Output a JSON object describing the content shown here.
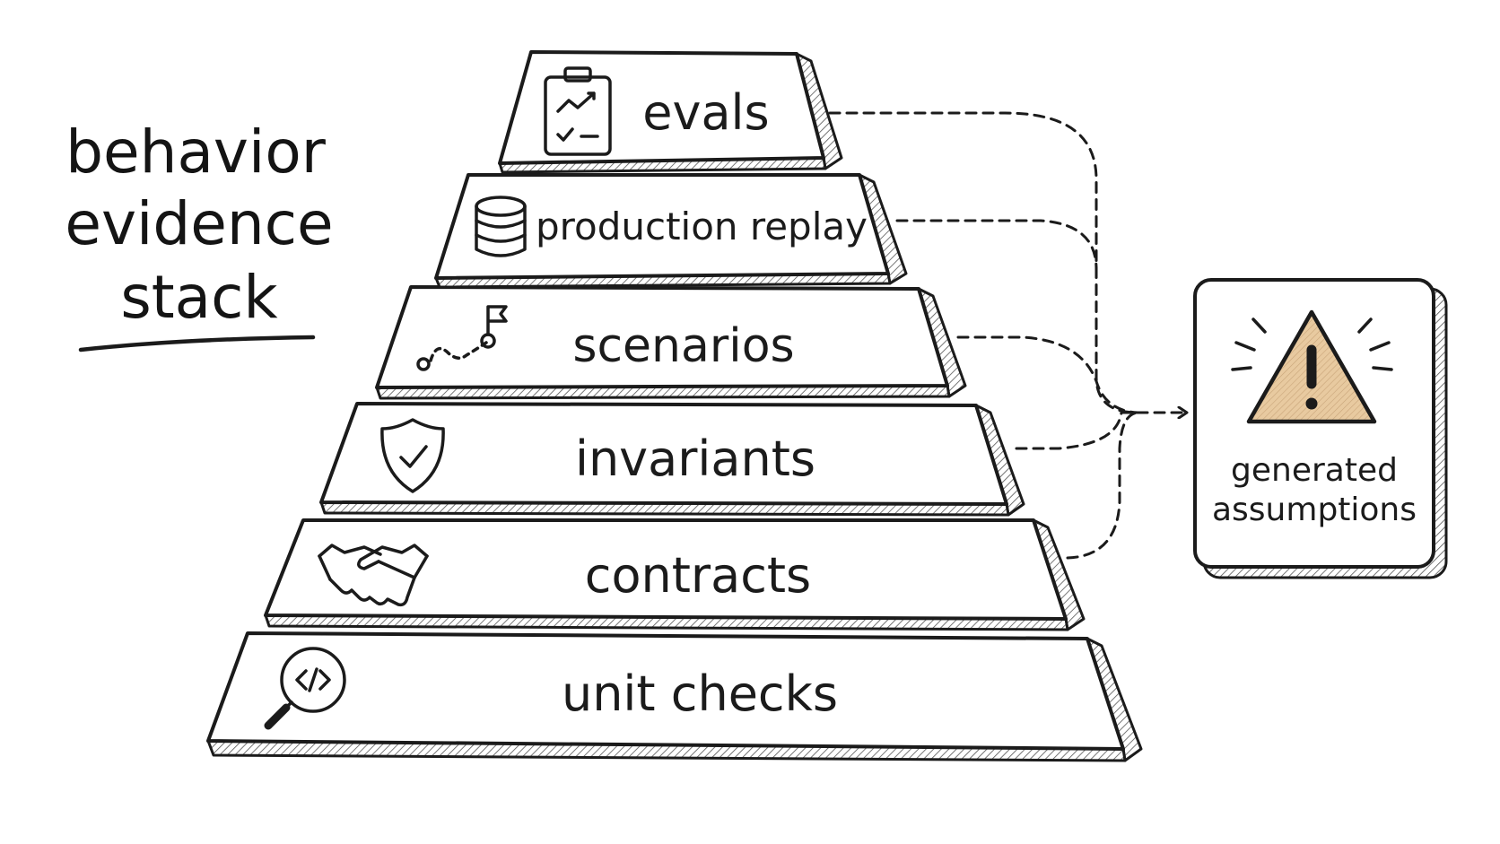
{
  "title": {
    "lines": [
      "behavior",
      "evidence",
      "stack"
    ]
  },
  "stack": {
    "tiers": [
      {
        "label": "evals",
        "icon": "clipboard-chart-icon"
      },
      {
        "label": "production replay",
        "icon": "database-icon"
      },
      {
        "label": "scenarios",
        "icon": "path-flag-icon"
      },
      {
        "label": "invariants",
        "icon": "shield-check-icon"
      },
      {
        "label": "contracts",
        "icon": "handshake-icon"
      },
      {
        "label": "unit checks",
        "icon": "code-magnifier-icon"
      }
    ]
  },
  "callout": {
    "icon": "warning-triangle-icon",
    "lines": [
      "generated",
      "assumptions"
    ],
    "accent_color": "#e3c49b"
  }
}
